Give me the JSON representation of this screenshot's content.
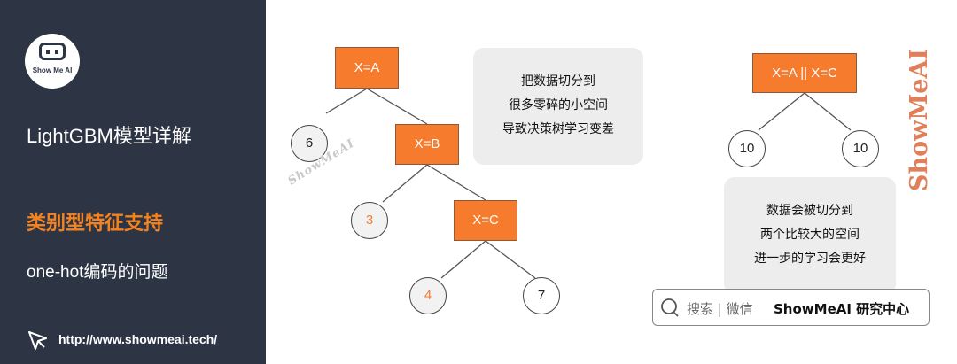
{
  "sidebar": {
    "logo_text": "Show Me AI",
    "title": "LightGBM模型详解",
    "subtitle": "类别型特征支持",
    "description": "one-hot编码的问题",
    "link": "http://www.showmeai.tech/"
  },
  "left_tree": {
    "nodes": {
      "root": "X=A",
      "mid": "X=B",
      "low": "X=C"
    },
    "leaves": {
      "l1": "6",
      "l2": "3",
      "l3": "4",
      "l4": "7"
    },
    "note": [
      "把数据切分到",
      "很多零碎的小空间",
      "导致决策树学习变差"
    ]
  },
  "right_tree": {
    "root": "X=A || X=C",
    "leaves": {
      "left": "10",
      "right": "10"
    },
    "note": [
      "数据会被切分到",
      "两个比较大的空间",
      "进一步的学习会更好"
    ]
  },
  "watermark": {
    "diagonal": "ShowMeAI",
    "vertical": "ShowMeAI"
  },
  "search": {
    "text": "搜索 | 微信",
    "brand": "ShowMeAI 研究中心"
  },
  "colors": {
    "node_fill": "#f77b2d",
    "sidebar_bg": "#2d3544",
    "accent_text": "#f58220",
    "note_bg": "#ededed"
  }
}
